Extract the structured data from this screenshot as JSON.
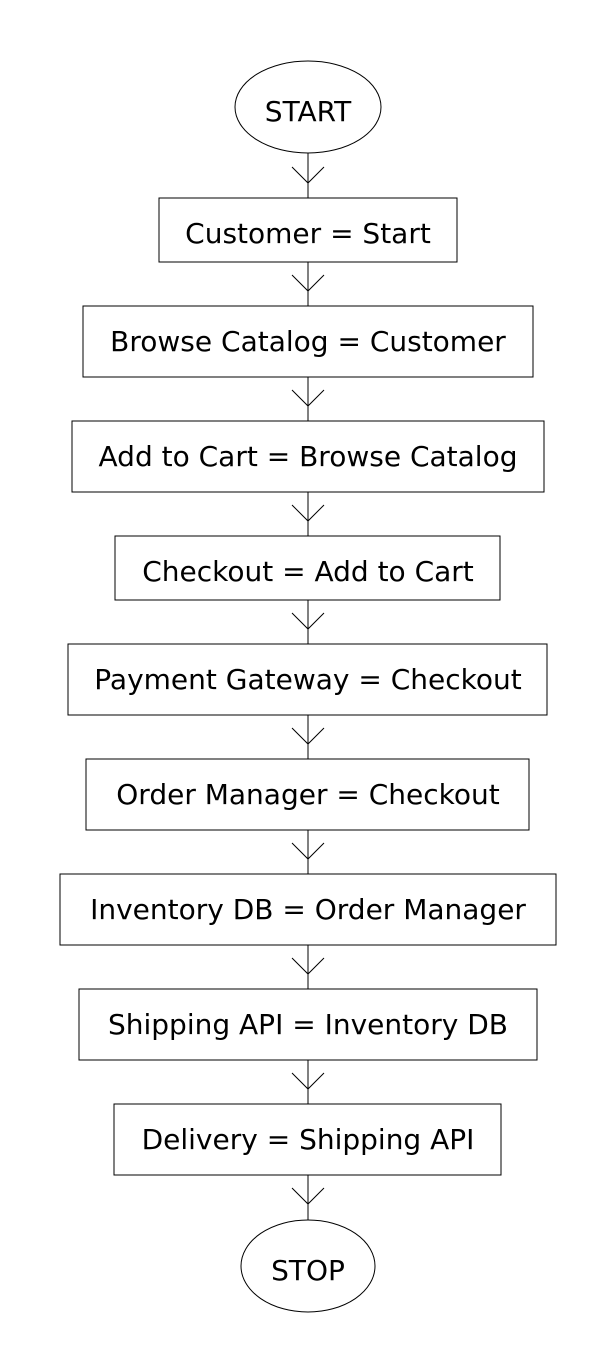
{
  "diagram": {
    "start_label": "START",
    "stop_label": "STOP",
    "steps": [
      "Customer = Start",
      "Browse Catalog = Customer",
      "Add to Cart = Browse Catalog",
      "Checkout = Add to Cart",
      "Payment Gateway = Checkout",
      "Order Manager = Checkout",
      "Inventory DB = Order Manager",
      "Shipping API = Inventory DB",
      "Delivery = Shipping API"
    ]
  }
}
